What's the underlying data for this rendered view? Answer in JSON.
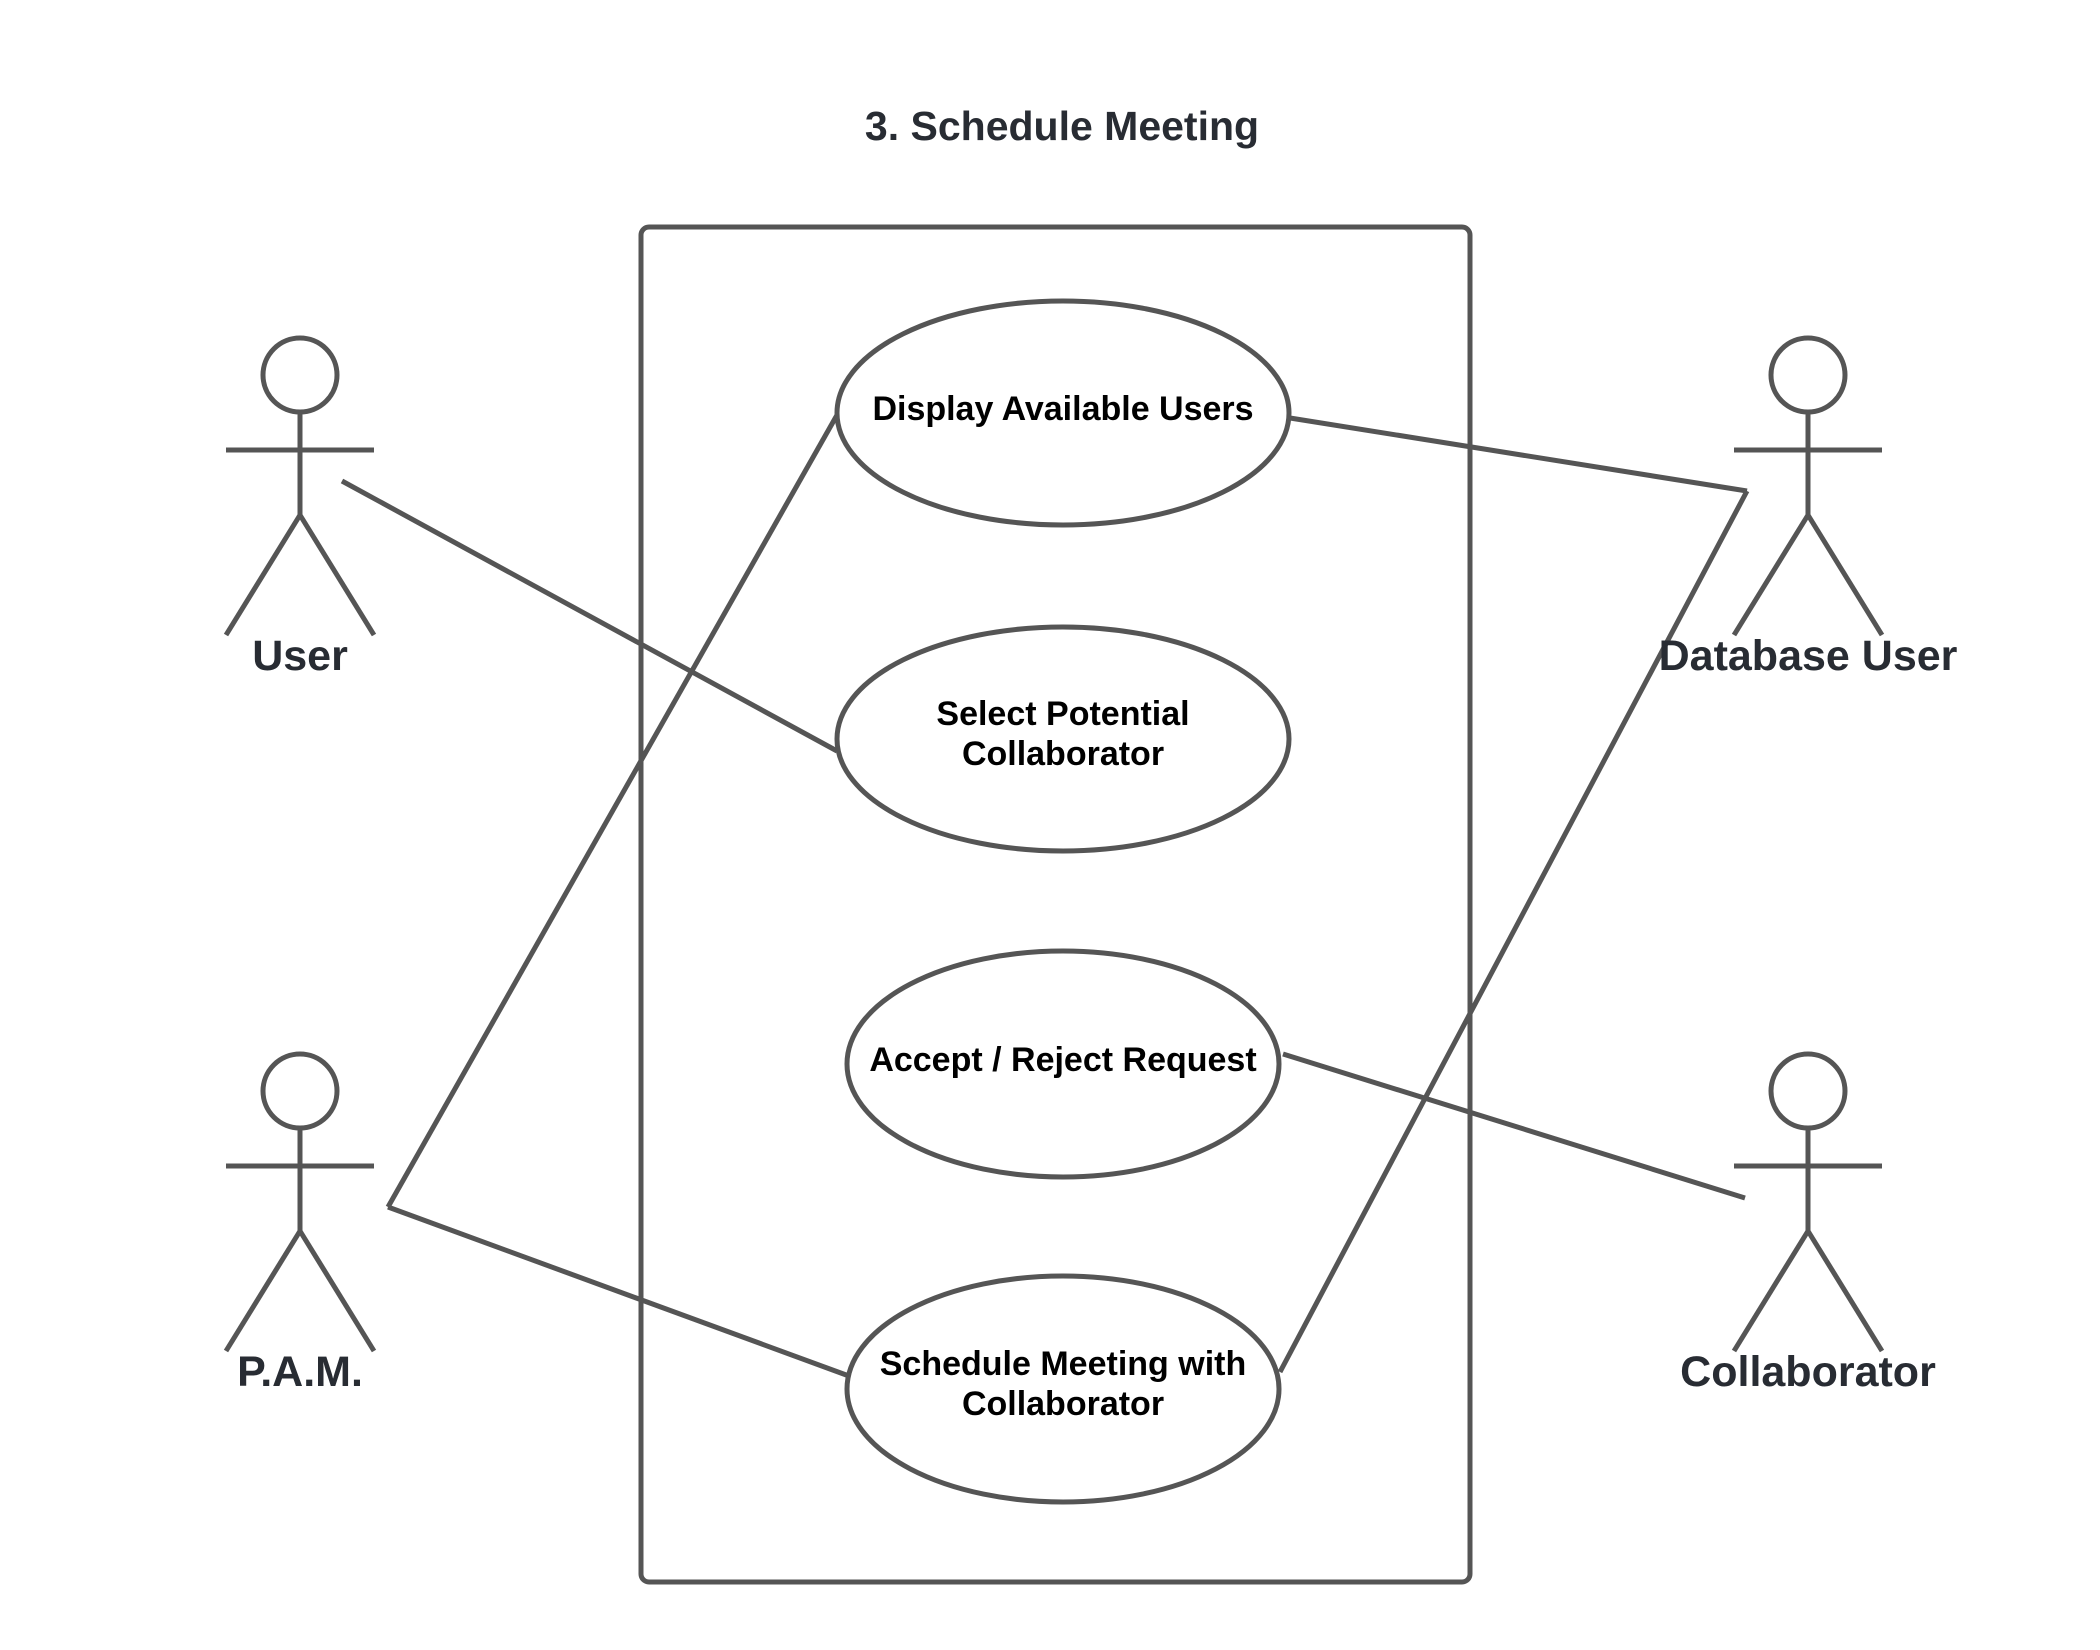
{
  "diagram": {
    "title": "3. Schedule Meeting",
    "stroke_color": "#555555",
    "title_color": "#282c33",
    "actors": [
      {
        "id": "user",
        "label": "User"
      },
      {
        "id": "pam",
        "label": "P.A.M."
      },
      {
        "id": "database-user",
        "label": "Database User"
      },
      {
        "id": "collaborator",
        "label": "Collaborator"
      }
    ],
    "use_cases": [
      {
        "id": "display-available-users",
        "lines": [
          "Display Available Users"
        ]
      },
      {
        "id": "select-potential-collaborator",
        "lines": [
          "Select Potential",
          "Collaborator"
        ]
      },
      {
        "id": "accept-reject-request",
        "lines": [
          "Accept / Reject Request"
        ]
      },
      {
        "id": "schedule-meeting-with-collaborator",
        "lines": [
          "Schedule Meeting with",
          "Collaborator"
        ]
      }
    ],
    "associations": [
      {
        "actor": "user",
        "use_case": "select-potential-collaborator"
      },
      {
        "actor": "pam",
        "use_case": "display-available-users"
      },
      {
        "actor": "pam",
        "use_case": "schedule-meeting-with-collaborator"
      },
      {
        "actor": "database-user",
        "use_case": "display-available-users"
      },
      {
        "actor": "database-user",
        "use_case": "schedule-meeting-with-collaborator"
      },
      {
        "actor": "collaborator",
        "use_case": "accept-reject-request"
      }
    ]
  }
}
